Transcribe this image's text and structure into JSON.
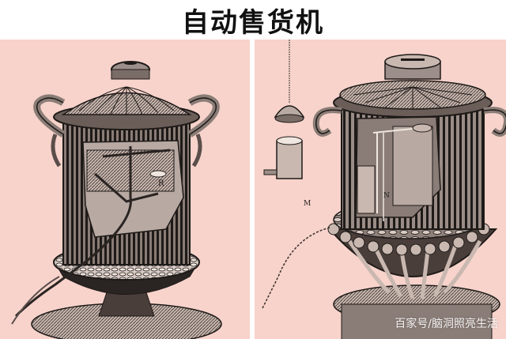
{
  "title": "自动售货机",
  "panels": [
    {
      "id": "left",
      "subject": "engraving of urn-shaped coin-operated dispenser (cutaway showing lever mechanism and coin tray)",
      "labels": [
        "R"
      ]
    },
    {
      "id": "right",
      "subject": "engraving of urn-shaped coin-operated dispenser with separate lid and cup parts shown",
      "labels": [
        "M",
        "N"
      ]
    }
  ],
  "watermark": "百家号/脑洞照亮生活",
  "colors": {
    "panel_bg": "#f7d3cb",
    "ink": "#1e1a18",
    "title": "#111111"
  }
}
